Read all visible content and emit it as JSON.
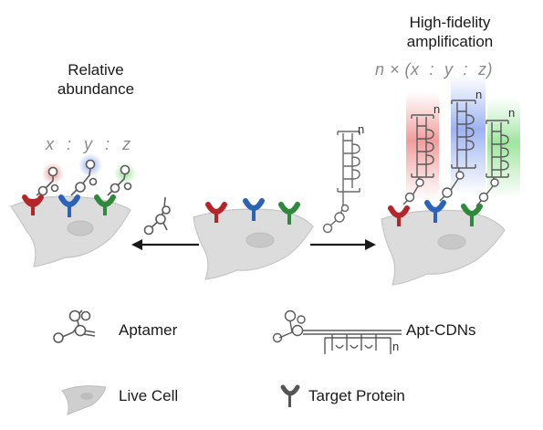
{
  "left_panel": {
    "title_line1": "Relative",
    "title_line2": "abundance",
    "ratio": {
      "x": "x",
      "sep1": ":",
      "y": "y",
      "sep2": ":",
      "z": "z"
    }
  },
  "right_panel": {
    "title_line1": "High-fidelity",
    "title_line2": "amplification",
    "ratio": "n × (x  :  y  :  z)"
  },
  "repeat_label": "n",
  "legend": {
    "aptamer": "Aptamer",
    "apt_cdns": "Apt-CDNs",
    "live_cell": "Live Cell",
    "target_protein": "Target Protein"
  },
  "colors": {
    "red": "#b5262b",
    "blue": "#2a63b8",
    "green": "#2e8a3a",
    "cell": "#dcdcdc",
    "cell_stroke": "#c4c4c4",
    "line": "#5a5a5a"
  }
}
